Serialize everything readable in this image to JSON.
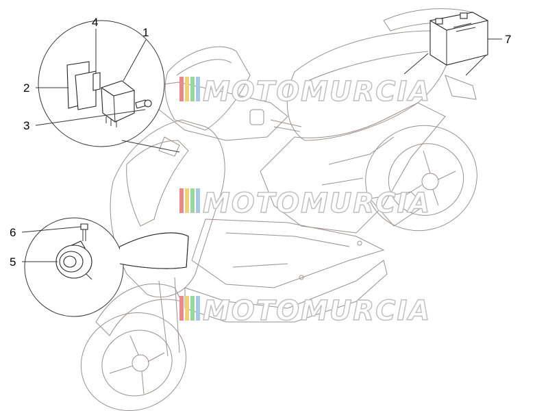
{
  "watermark": {
    "text": "MOTOMURCIA",
    "stripe_colors": [
      "#e98b84",
      "#f0d27b",
      "#9fd49a",
      "#a7c7e3"
    ]
  },
  "callouts": [
    {
      "id": "1",
      "label": "1"
    },
    {
      "id": "2",
      "label": "2"
    },
    {
      "id": "3",
      "label": "3"
    },
    {
      "id": "4",
      "label": "4"
    },
    {
      "id": "5",
      "label": "5"
    },
    {
      "id": "6",
      "label": "6"
    },
    {
      "id": "7",
      "label": "7"
    }
  ]
}
